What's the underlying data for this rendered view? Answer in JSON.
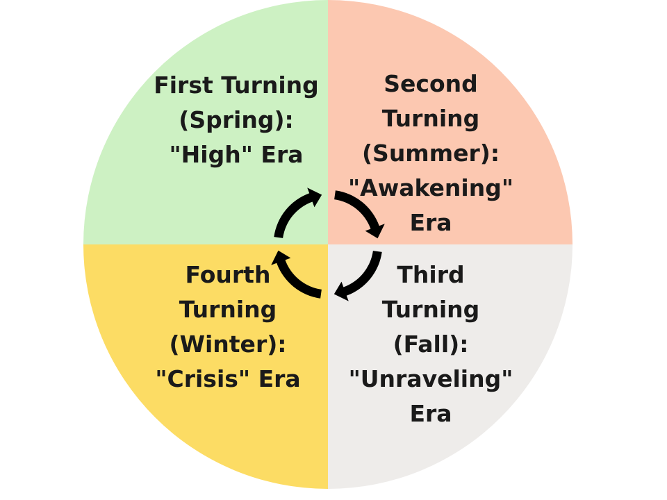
{
  "colors": {
    "spring": "#cdf1c3",
    "summer": "#fcc8b1",
    "fall": "#eeecea",
    "winter": "#fcdc64",
    "arrows": "#000000"
  },
  "icons": [
    "cycle-arrows-icon"
  ],
  "quadrants": [
    {
      "id": "first",
      "lines": [
        "First Turning",
        "(Spring):",
        "\"High\" Era"
      ]
    },
    {
      "id": "second",
      "lines": [
        "Second",
        "Turning",
        "(Summer):",
        "\"Awakening\"",
        "Era"
      ]
    },
    {
      "id": "third",
      "lines": [
        "Third",
        "Turning",
        "(Fall):",
        "\"Unraveling\"",
        "Era"
      ]
    },
    {
      "id": "fourth",
      "lines": [
        "Fourth",
        "Turning",
        "(Winter):",
        "\"Crisis\" Era"
      ]
    }
  ]
}
